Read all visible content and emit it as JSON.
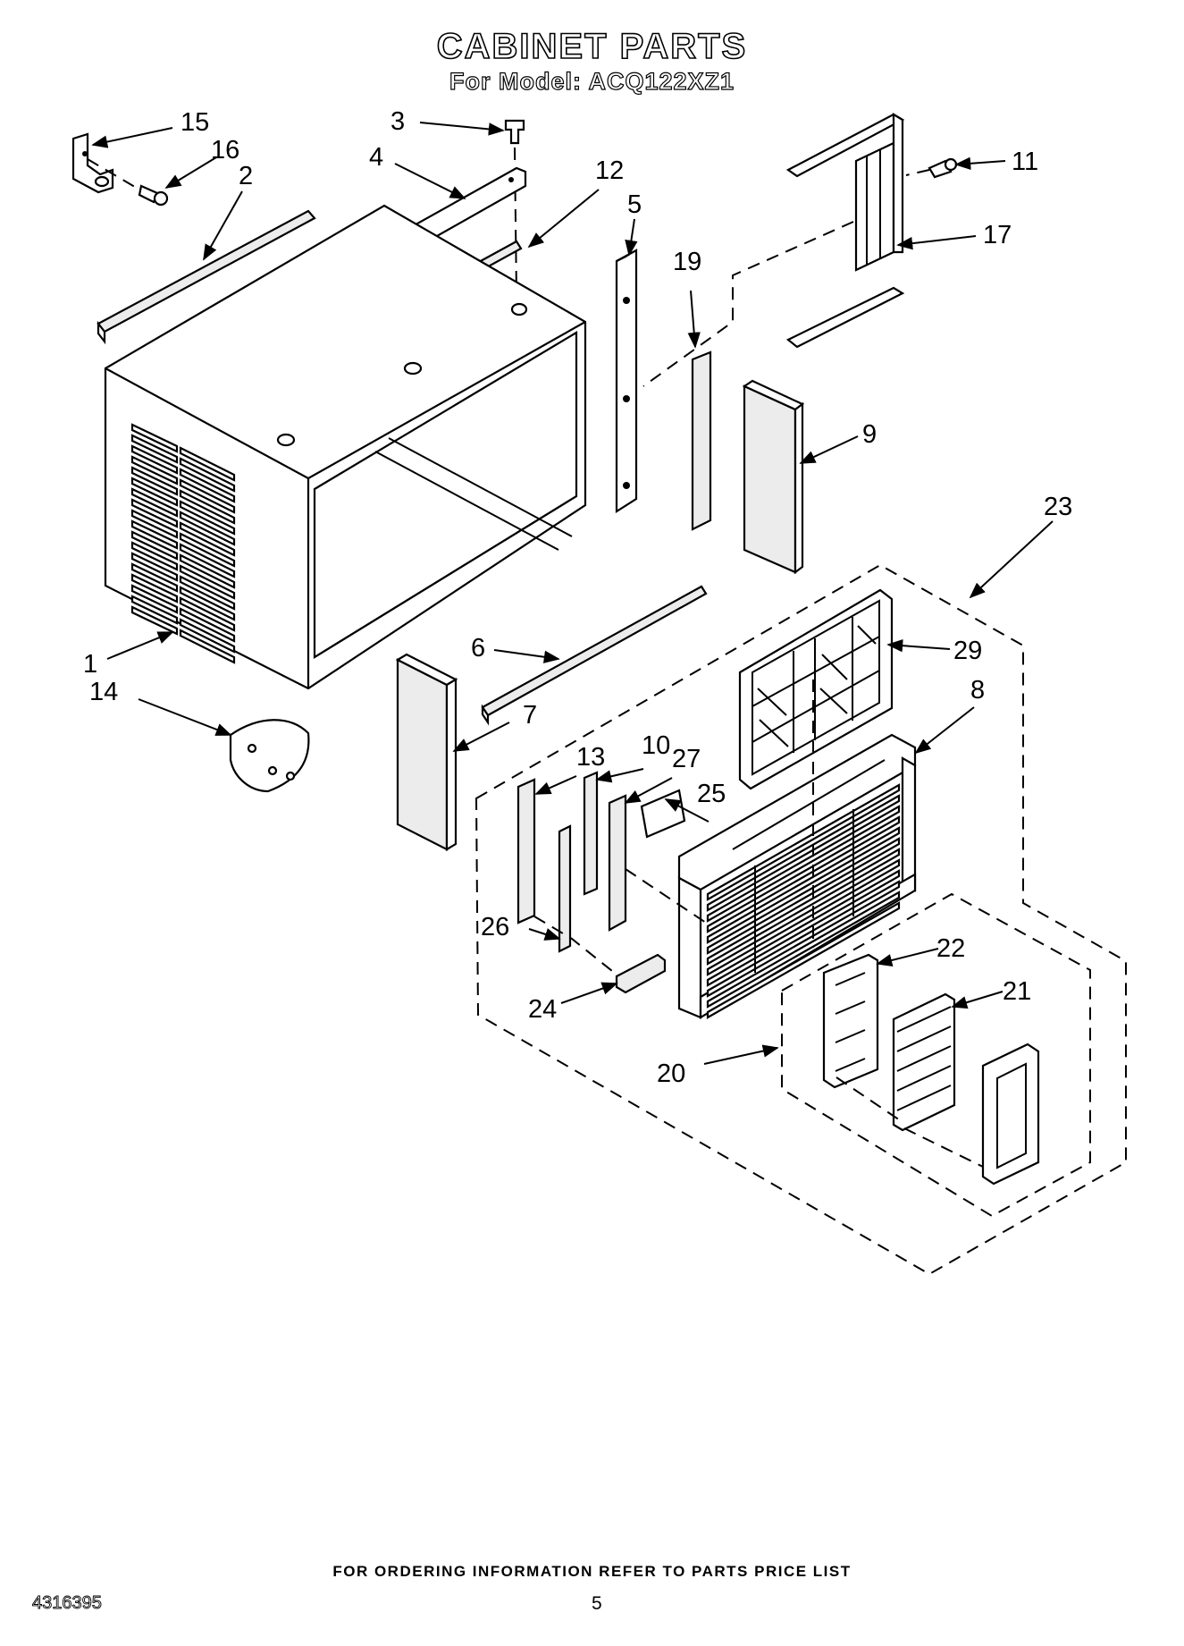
{
  "title": "CABINET PARTS",
  "subtitle": "For Model: ACQ122XZ1",
  "footer_note": "FOR ORDERING INFORMATION REFER TO PARTS PRICE LIST",
  "doc_number": "4316395",
  "page_number": "5",
  "callouts": {
    "c1": "1",
    "c2": "2",
    "c3": "3",
    "c4": "4",
    "c5": "5",
    "c6": "6",
    "c7": "7",
    "c8": "8",
    "c9": "9",
    "c10": "10",
    "c11": "11",
    "c12": "12",
    "c13": "13",
    "c14": "14",
    "c15": "15",
    "c16": "16",
    "c17": "17",
    "c19": "19",
    "c20": "20",
    "c21": "21",
    "c22": "22",
    "c23": "23",
    "c24": "24",
    "c25": "25",
    "c26": "26",
    "c27": "27",
    "c29": "29"
  }
}
